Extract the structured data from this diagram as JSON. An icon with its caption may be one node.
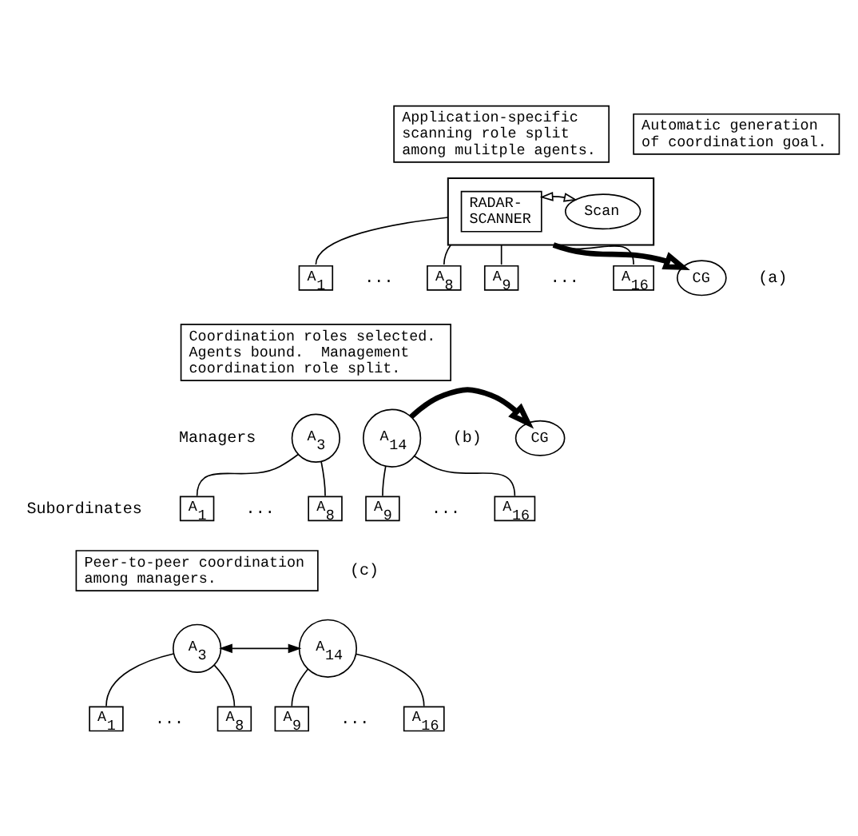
{
  "diagram": {
    "nodes": [
      {
        "text": [
          "Application-specific scanning role split among mulitple agents."
        ]
      },
      {
        "text": [
          "Automatic generation of coordination goal."
        ]
      },
      {
        "text": [],
        "shape": "box"
      },
      {
        "text": [
          "RADAR- SCANNER"
        ],
        "in": 2
      },
      {
        "text": [
          "Scan"
        ],
        "in": 2
      },
      {
        "text": [
          "A$_{1}$"
        ]
      },
      {
        "text": [
          "A$_{8}$"
        ]
      },
      {
        "text": [
          "A$_{9}$"
        ]
      },
      {
        "text": [
          "A$_{16}$"
        ]
      },
      {
        "text": [
          "CG"
        ]
      },
      {
        "text": [
          "Coordination roles selected. Agents bound.  Management coordination role split."
        ]
      },
      {
        "text": [
          "A$_{3}$"
        ]
      },
      {
        "text": [
          "A$_{14}$"
        ]
      },
      {
        "text": [
          "A$_{1}$"
        ]
      },
      {
        "text": [
          "A$_{8}$"
        ]
      },
      {
        "text": [
          "A$_{9}$"
        ]
      },
      {
        "text": [
          "A$_{16}$"
        ]
      },
      {
        "text": [
          "CG"
        ]
      },
      {
        "text": [
          "Peer-to-peer coordination among managers."
        ]
      },
      {
        "text": [
          "A$_{3}$"
        ]
      },
      {
        "text": [
          "A$_{14}$"
        ]
      },
      {
        "text": [
          "A$_{1}$"
        ]
      },
      {
        "text": [
          "A$_{8}$"
        ]
      },
      {
        "text": [
          "A$_{9}$"
        ]
      },
      {
        "text": [
          "A$_{16}$"
        ]
      }
    ],
    "edges": [
      {
        "from": 3,
        "to": 4,
        "arrow": "both"
      },
      {
        "from": 2,
        "to": 5,
        "arrow": "none"
      },
      {
        "from": 2,
        "to": 6,
        "arrow": "none"
      },
      {
        "from": 2,
        "to": 7,
        "arrow": "none"
      },
      {
        "from": 2,
        "to": 8,
        "arrow": "none"
      },
      {
        "from": 2,
        "to": 9,
        "arrow": "to",
        "style": "thick"
      },
      {
        "from": 11,
        "to": 13,
        "arrow": "none"
      },
      {
        "from": 11,
        "to": 14,
        "arrow": "none"
      },
      {
        "from": 12,
        "to": 15,
        "arrow": "none"
      },
      {
        "from": 12,
        "to": 16,
        "arrow": "none"
      },
      {
        "from": 12,
        "to": 17,
        "arrow": "to",
        "style": "thick"
      },
      {
        "from": 19,
        "to": 20,
        "arrow": "both"
      },
      {
        "from": 19,
        "to": 21,
        "arrow": "none"
      },
      {
        "from": 19,
        "to": 22,
        "arrow": "none"
      },
      {
        "from": 20,
        "to": 23,
        "arrow": "none"
      },
      {
        "from": 20,
        "to": 24,
        "arrow": "none"
      }
    ],
    "labels": [
      "(a)",
      "...",
      "...",
      "Managers",
      "(b)",
      "...",
      "...",
      "Subordinates",
      "(c)",
      "...",
      "..."
    ]
  }
}
